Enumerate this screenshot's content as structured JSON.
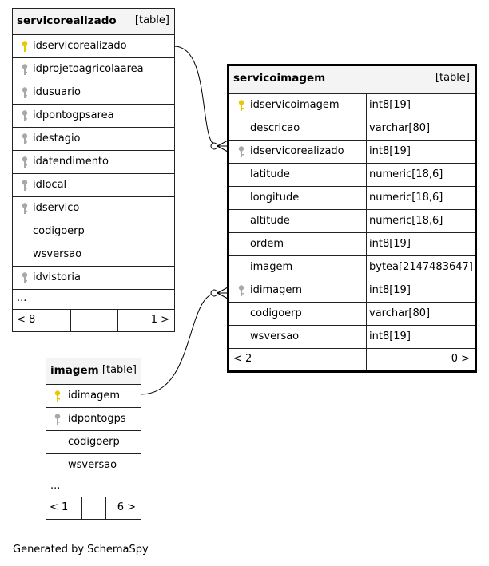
{
  "tables": {
    "servicorealizado": {
      "name": "servicorealizado",
      "tag": "[table]",
      "columns": [
        {
          "name": "idservicorealizado",
          "key": "primary"
        },
        {
          "name": "idprojetoagricolaarea",
          "key": "foreign"
        },
        {
          "name": "idusuario",
          "key": "foreign"
        },
        {
          "name": "idpontogpsarea",
          "key": "foreign"
        },
        {
          "name": "idestagio",
          "key": "foreign"
        },
        {
          "name": "idatendimento",
          "key": "foreign"
        },
        {
          "name": "idlocal",
          "key": "foreign"
        },
        {
          "name": "idservico",
          "key": "foreign"
        },
        {
          "name": "codigoerp",
          "key": "none"
        },
        {
          "name": "wsversao",
          "key": "none"
        },
        {
          "name": "idvistoria",
          "key": "foreign"
        }
      ],
      "ellipsis": "...",
      "footer_left": "< 8",
      "footer_right": "1 >"
    },
    "servicoimagem": {
      "name": "servicoimagem",
      "tag": "[table]",
      "columns": [
        {
          "name": "idservicoimagem",
          "type": "int8[19]",
          "key": "primary"
        },
        {
          "name": "descricao",
          "type": "varchar[80]",
          "key": "none"
        },
        {
          "name": "idservicorealizado",
          "type": "int8[19]",
          "key": "foreign"
        },
        {
          "name": "latitude",
          "type": "numeric[18,6]",
          "key": "none"
        },
        {
          "name": "longitude",
          "type": "numeric[18,6]",
          "key": "none"
        },
        {
          "name": "altitude",
          "type": "numeric[18,6]",
          "key": "none"
        },
        {
          "name": "ordem",
          "type": "int8[19]",
          "key": "none"
        },
        {
          "name": "imagem",
          "type": "bytea[2147483647]",
          "key": "none"
        },
        {
          "name": "idimagem",
          "type": "int8[19]",
          "key": "foreign"
        },
        {
          "name": "codigoerp",
          "type": "varchar[80]",
          "key": "none"
        },
        {
          "name": "wsversao",
          "type": "int8[19]",
          "key": "none"
        }
      ],
      "footer_left": "< 2",
      "footer_right": "0 >"
    },
    "imagem": {
      "name": "imagem",
      "tag": "[table]",
      "columns": [
        {
          "name": "idimagem",
          "key": "primary"
        },
        {
          "name": "idpontogps",
          "key": "foreign"
        },
        {
          "name": "codigoerp",
          "key": "none"
        },
        {
          "name": "wsversao",
          "key": "none"
        }
      ],
      "ellipsis": "...",
      "footer_left": "< 1",
      "footer_right": "6 >"
    }
  },
  "colors": {
    "primary_key": "#e8c800",
    "foreign_key": "#a8a8a8",
    "border": "#222222",
    "header_bg": "#f4f4f4"
  },
  "caption": "Generated by SchemaSpy"
}
